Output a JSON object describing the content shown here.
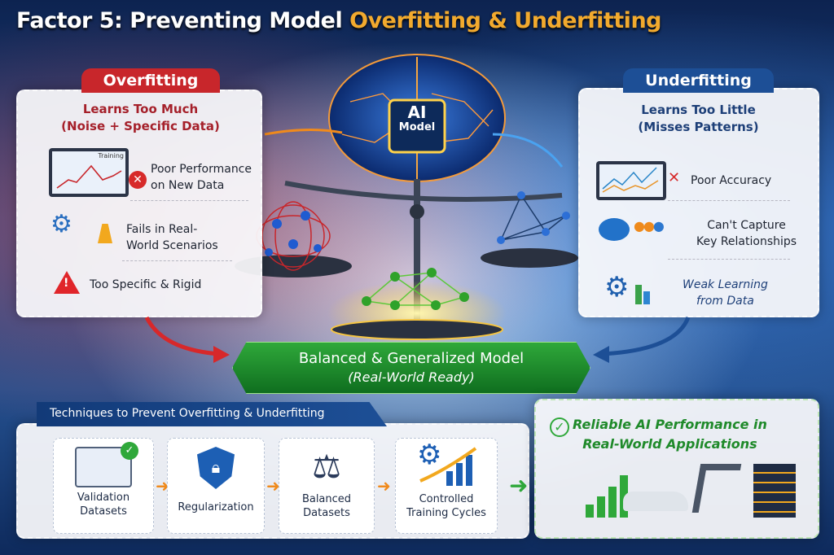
{
  "title": {
    "prefix": "Factor 5:  Preventing Model ",
    "highlight": "Overfitting & Underfitting"
  },
  "center": {
    "chip_line1": "AI",
    "chip_line2": "Model"
  },
  "overfitting": {
    "tab": "Overfitting",
    "subtitle_line1": "Learns Too Much",
    "subtitle_line2": "(Noise + Specific Data)",
    "monitor_label": "Training",
    "items": [
      {
        "line1": "Poor Performance",
        "line2": "on New Data"
      },
      {
        "line1": "Fails in Real-",
        "line2": "World Scenarios"
      },
      {
        "line1": "Too Specific & Rigid",
        "line2": ""
      }
    ]
  },
  "underfitting": {
    "tab": "Underfitting",
    "subtitle_line1": "Learns Too Little",
    "subtitle_line2": "(Misses Patterns)",
    "items": [
      {
        "line1": "Poor Accuracy",
        "line2": ""
      },
      {
        "line1": "Can't Capture",
        "line2": "Key Relationships"
      },
      {
        "line1": "Weak Learning",
        "line2": "from Data"
      }
    ]
  },
  "balanced": {
    "line1": "Balanced & Generalized Model",
    "line2": "(Real-World Ready)"
  },
  "techniques": {
    "tab": "Techniques to Prevent Overfitting & Underfitting",
    "cards": [
      {
        "line1": "Validation",
        "line2": "Datasets"
      },
      {
        "line1": "Regularization",
        "line2": ""
      },
      {
        "line1": "Balanced",
        "line2": "Datasets"
      },
      {
        "line1": "Controlled",
        "line2": "Training Cycles"
      }
    ]
  },
  "outcome": {
    "line1": "Reliable AI Performance in",
    "line2": "Real-World Applications"
  },
  "colors": {
    "red": "#c8262b",
    "blue": "#1d4f96",
    "green": "#2a9a2e",
    "orange": "#f2aa2e"
  }
}
